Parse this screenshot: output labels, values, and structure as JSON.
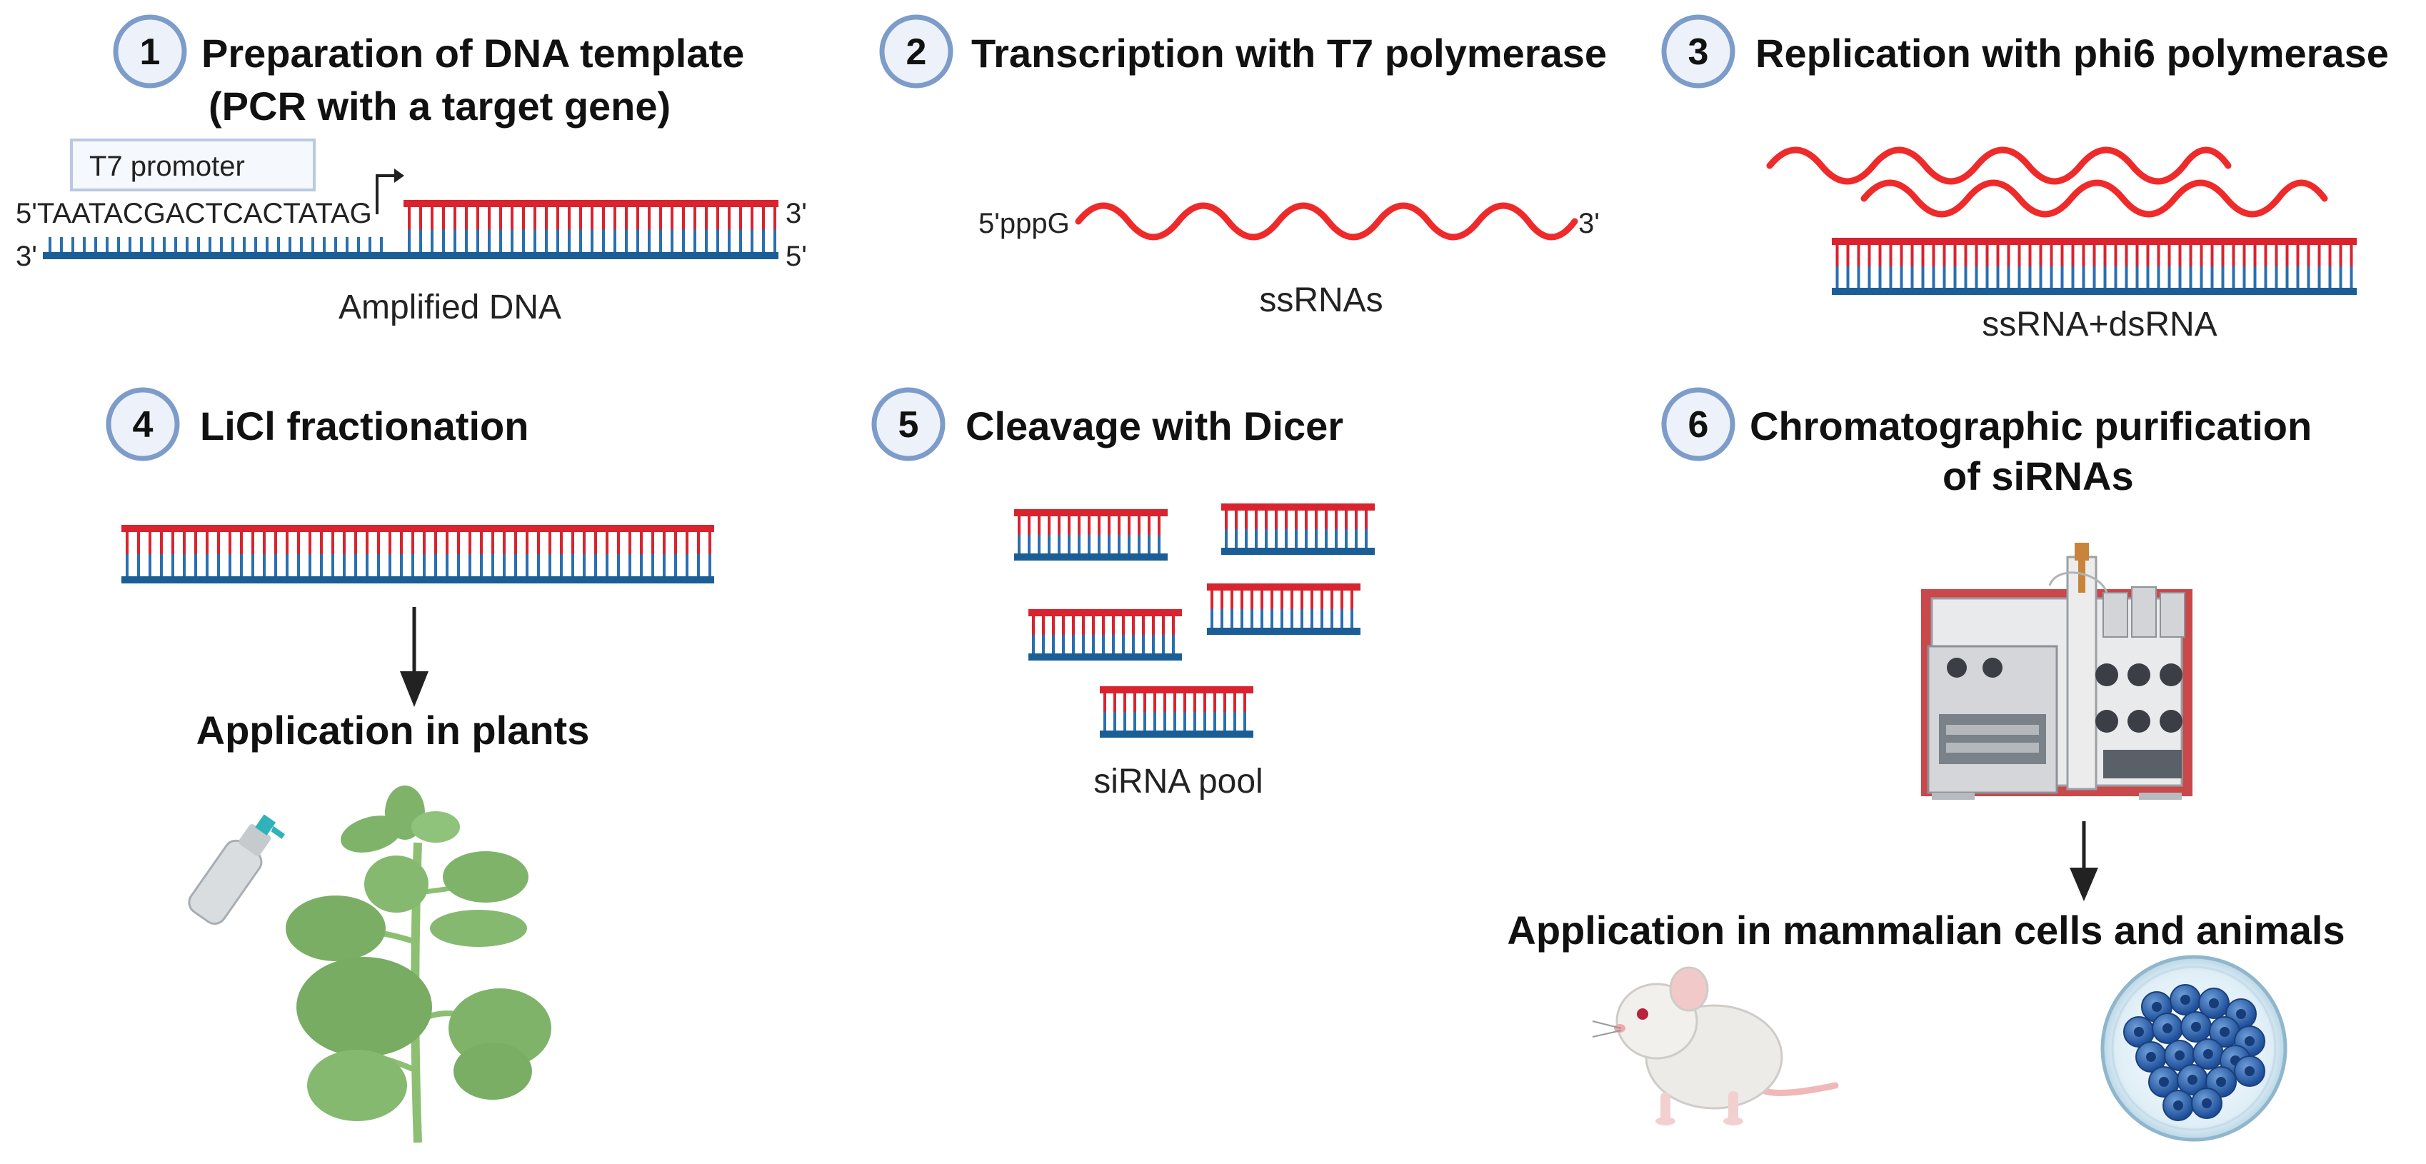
{
  "steps": [
    {
      "num": "1",
      "title_line1": "Preparation of DNA template",
      "title_line2": "(PCR with a target gene)"
    },
    {
      "num": "2",
      "title_line1": "Transcription with T7 polymerase"
    },
    {
      "num": "3",
      "title_line1": "Replication with phi6 polymerase"
    },
    {
      "num": "4",
      "title_line1": "LiCl fractionation"
    },
    {
      "num": "5",
      "title_line1": "Cleavage with Dicer"
    },
    {
      "num": "6",
      "title_line1": "Chromatographic purification",
      "title_line2": "of siRNAs"
    }
  ],
  "panel1": {
    "promoter_label": "T7 promoter",
    "seq_top": "5'TAATACGACTCACTATAG",
    "end_top_right": "3'",
    "end_bottom_left": "3'",
    "end_bottom_right": "5'",
    "caption": "Amplified DNA"
  },
  "panel2": {
    "end_left": "5'pppG",
    "end_right": "3'",
    "caption": "ssRNAs"
  },
  "panel3": {
    "caption": "ssRNA+dsRNA"
  },
  "panel4": {
    "application": "Application in plants"
  },
  "panel5": {
    "caption": "siRNA pool"
  },
  "panel6": {
    "application": "Application in mammalian cells and animals"
  },
  "colors": {
    "rna_red": "#d9232e",
    "dna_blue": "#1b5e96",
    "circle_border": "#7d9cc9",
    "circle_fill": "#edf2fa",
    "leaf_green": "#7fb36a",
    "instrument_red": "#c9484a"
  },
  "icons": [
    "spray-bottle-icon",
    "plant-icon",
    "chromatography-instrument-icon",
    "mouse-icon",
    "petri-dish-icon",
    "down-arrow-icon",
    "promoter-arrow-icon"
  ]
}
